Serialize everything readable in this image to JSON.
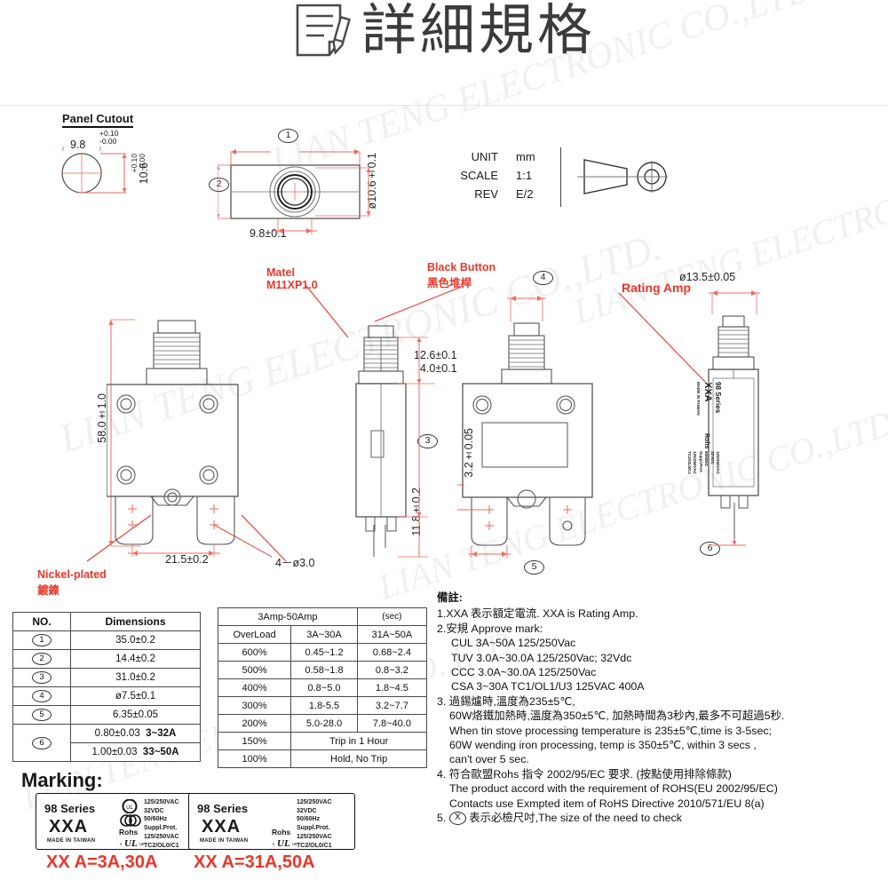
{
  "header": {
    "title": "詳細規格",
    "icon": "document-pen-icon"
  },
  "watermark": {
    "text": "LIAN TENG ELECTRONIC CO.,LTD."
  },
  "panel_cutout": {
    "heading": "Panel Cutout",
    "width_value": "9.8",
    "width_tol_plus": "+0.10",
    "width_tol_minus": "-0.00",
    "height_value": "10.6",
    "height_tol_plus": "+0.10",
    "height_tol_minus": "-0.00"
  },
  "top_view": {
    "callout_1": "1",
    "callout_2": "2",
    "dia_height": "ø10.6±0.1",
    "width": "9.8±0.1"
  },
  "title_block": {
    "rows": [
      {
        "label": "UNIT",
        "value": "mm"
      },
      {
        "label": "SCALE",
        "value": "1:1"
      },
      {
        "label": "REV",
        "value": "E/2"
      }
    ],
    "projection_symbol": "third-angle-projection-icon"
  },
  "annotations": {
    "matel_line1": "Matel",
    "matel_line2": "M11XP1.0",
    "black_button_en": "Black Button",
    "black_button_zh": "黑色堆桿",
    "rating_amp": "Rating Amp",
    "nickel_en": "Nickel-plated",
    "nickel_zh": "鍍鎳"
  },
  "front_view": {
    "height": "58.0±1.0",
    "pitch": "21.5±0.2",
    "holes": "4－ø3.0"
  },
  "side_view": {
    "thread_len": "12.6±0.1",
    "collar": "4.0±0.1",
    "terminal": "3.2±0.05",
    "body_len": "11.8±0.2",
    "callout_3": "3",
    "callout_4": "4",
    "callout_5": "5",
    "callout_6": "6"
  },
  "right_view": {
    "diameter": "ø13.5±0.05",
    "label_series": "98 Series",
    "label_xxa": "XXA",
    "label_made": "MADE IN TAIWAN",
    "label_rohs": "Rohs",
    "label_specs": [
      "125/250VAC",
      "32VDC",
      "50/60Hz",
      "Suppl.Prot.",
      "125/250VAC",
      "TC2/OL0/C1"
    ]
  },
  "dim_table": {
    "headers": [
      "NO.",
      "Dimensions"
    ],
    "rows": [
      {
        "no": "1",
        "dim": "35.0±0.2",
        "range": ""
      },
      {
        "no": "2",
        "dim": "14.4±0.2",
        "range": ""
      },
      {
        "no": "3",
        "dim": "31.0±0.2",
        "range": ""
      },
      {
        "no": "4",
        "dim": "ø7.5±0.1",
        "range": ""
      },
      {
        "no": "5",
        "dim": "6.35±0.05",
        "range": ""
      },
      {
        "no": "6",
        "dim": "0.80±0.03",
        "range": "3~32A"
      },
      {
        "no": "",
        "dim": "1.00±0.03",
        "range": "33~50A"
      }
    ]
  },
  "trip_table": {
    "title": "3Amp-50Amp",
    "unit": "(sec)",
    "col_overload": "OverLoad",
    "col_low": "3A~30A",
    "col_high": "31A~50A",
    "rows": [
      {
        "overload": "600%",
        "low": "0.45~1.2",
        "high": "0.68~2.4"
      },
      {
        "overload": "500%",
        "low": "0.58~1.8",
        "high": "0.8~3.2"
      },
      {
        "overload": "400%",
        "low": "0.8~5.0",
        "high": "1.8~4.5"
      },
      {
        "overload": "300%",
        "low": "1.8-5.5",
        "high": "3.2~7.7"
      },
      {
        "overload": "200%",
        "low": "5.0-28.0",
        "high": "7.8~40.0"
      }
    ],
    "span_rows": [
      {
        "overload": "150%",
        "text": "Trip in 1 Hour"
      },
      {
        "overload": "100%",
        "text": "Hold, No Trip"
      }
    ]
  },
  "notes": {
    "title": "備註:",
    "n1": "1.XXA 表示額定電流. XXA is Rating Amp.",
    "n2": "2.安規 Approve mark:",
    "n2a": "CUL 3A~50A  125/250Vac",
    "n2b": "TUV 3.0A~30.0A  125/250Vac; 32Vdc",
    "n2c": "CCC 3.0A~30.0A  125/250Vac",
    "n2d": "CSA 3~30A  TC1/OL1/U3 125VAC 400A",
    "n3": "3. 過錫爐時,溫度為235±5℃,",
    "n3a": "60W烙鐵加熱時,溫度為350±5℃, 加熱時間為3秒內,最多不可超過5秒.",
    "n3b": "When tin stove processing temperature is 235±5℃,time is 3-5sec;",
    "n3c": "60W wending iron processing, temp is 350±5℃, within 3 secs ,",
    "n3d": "can't over 5 sec.",
    "n4": "4. 符合歐盟Rohs 指令 2002/95/EC 要求. (按點使用排除條款)",
    "n4a": "The product accord with the requirement of ROHS(EU 2002/95/EC)",
    "n4b": "Contacts use Exmpted item of RoHS Directive 2010/571/EU 8(a)",
    "n5_pre": "5.",
    "n5_mark": "X",
    "n5": "表示必檢尺吋,The size of the need to check"
  },
  "marking": {
    "title": "Marking:",
    "labels": [
      {
        "series": "98 Series",
        "xxa": "XXA",
        "made": "MADE IN TAIWAN",
        "rohs": "Rohs",
        "cert": "cULus",
        "specs": [
          "125/250VAC",
          "32VDC",
          "50/60Hz",
          "Suppl.Prot.",
          "125/250VAC",
          "TC2/OL0/C1"
        ],
        "caption": "XX A=3A,30A"
      },
      {
        "series": "98 Series",
        "xxa": "XXA",
        "made": "MADE IN TAIWAN",
        "rohs": "Rohs",
        "cert": "cULus",
        "specs": [
          "125/250VAC",
          "32VDC",
          "50/60Hz",
          "Suppl.Prot.",
          "125/250VAC",
          "TC2/OL0/C1"
        ],
        "caption": "XX A=31A,50A"
      }
    ]
  },
  "colors": {
    "dim_red": "#ef6a62",
    "label_red": "#e8372b",
    "line_dark": "#444444"
  }
}
